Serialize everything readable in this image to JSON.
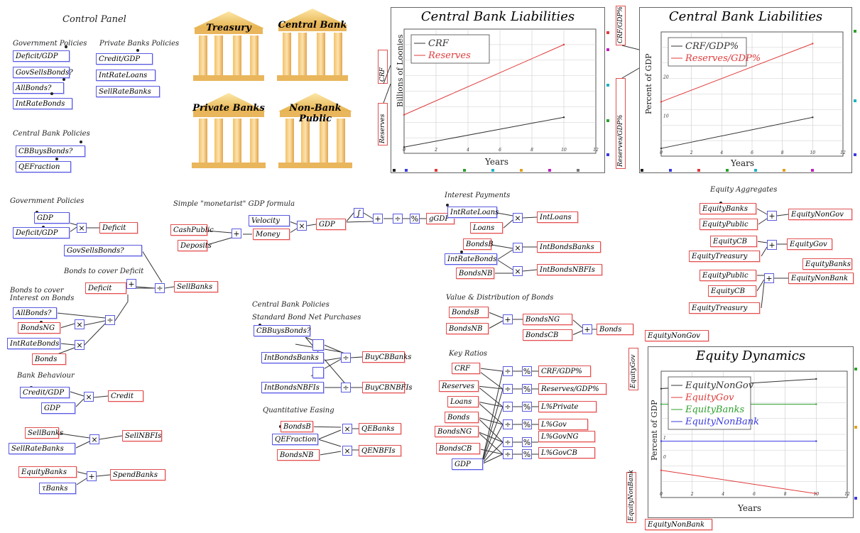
{
  "control_panel": {
    "title": "Control Panel",
    "gov_title": "Government Policies",
    "gov_items": [
      "Deficit/GDP",
      "GovSellsBonds?",
      "AllBonds?",
      "IntRateBonds"
    ],
    "priv_title": "Private Banks Policies",
    "priv_items": [
      "Credit/GDP",
      "IntRateLoans",
      "SellRateBanks"
    ],
    "cb_title": "Central Bank Policies",
    "cb_items": [
      "CBBuysBonds?",
      "QEFraction"
    ]
  },
  "temples": [
    "Treasury",
    "Central Bank",
    "Private Banks",
    "Non-Bank Public"
  ],
  "graph1": {
    "title": "Central Bank Liabilities",
    "ylabel": "Billions of Loonies",
    "xlabel": "Years",
    "left_labels": [
      "CRF",
      "Reserves"
    ]
  },
  "graph2": {
    "title": "Central Bank Liabilities",
    "ylabel": "Percent of GDP",
    "xlabel": "Years",
    "left_labels": [
      "CRF/GDP%",
      "Reserves/GDP%"
    ]
  },
  "graph3": {
    "title": "Equity Dynamics",
    "ylabel": "Percent of GDP",
    "xlabel": "Years",
    "side_labels": [
      "EquityGov",
      "EquityNonGov",
      "EquityNonBank"
    ]
  },
  "chart_data": [
    {
      "type": "line",
      "title": "Central Bank Liabilities",
      "xlabel": "Years",
      "ylabel": "Billions of Loonies",
      "x": [
        0,
        10
      ],
      "xlim": [
        0,
        12
      ],
      "ticks_x": [
        "0",
        "2",
        "4",
        "6",
        "8",
        "10",
        "12"
      ],
      "series": [
        {
          "name": "CRF",
          "color": "#333333",
          "values": [
            10,
            58
          ]
        },
        {
          "name": "Reserves",
          "color": "#e03a3a",
          "values": [
            62,
            175
          ]
        }
      ],
      "ylim": [
        0,
        200
      ],
      "legend": "top-left",
      "grid": true
    },
    {
      "type": "line",
      "title": "Central Bank Liabilities",
      "xlabel": "Years",
      "ylabel": "Percent of GDP",
      "x": [
        0,
        10
      ],
      "xlim": [
        0,
        12
      ],
      "ticks_x": [
        "0",
        "2",
        "4",
        "6",
        "8",
        "10",
        "12"
      ],
      "ticks_y": [
        "10",
        "20"
      ],
      "series": [
        {
          "name": "CRF/GDP%",
          "color": "#333333",
          "values": [
            2,
            10
          ]
        },
        {
          "name": "Reserves/GDP%",
          "color": "#e03a3a",
          "values": [
            14,
            29
          ]
        }
      ],
      "ylim": [
        0,
        32
      ],
      "legend": "top-left",
      "grid": true
    },
    {
      "type": "line",
      "title": "Equity Dynamics",
      "xlabel": "Years",
      "ylabel": "Percent of GDP",
      "x": [
        0,
        10
      ],
      "xlim": [
        0,
        12
      ],
      "ticks_x": [
        "0",
        "2",
        "4",
        "6",
        "8",
        "10",
        "12"
      ],
      "ticks_y": [
        "1",
        "0"
      ],
      "series": [
        {
          "name": "EquityNonGov",
          "color": "#333333",
          "values": [
            3.6,
            4.1
          ]
        },
        {
          "name": "EquityGov",
          "color": "#e03a3a",
          "values": [
            -0.6,
            -1.8
          ]
        },
        {
          "name": "EquityBanks",
          "color": "#2da02d",
          "values": [
            2.8,
            2.8
          ]
        },
        {
          "name": "EquityNonBank",
          "color": "#3a3ae0",
          "values": [
            0.9,
            0.9
          ]
        }
      ],
      "ylim": [
        -2,
        4.5
      ],
      "legend": "top-left",
      "grid": true
    }
  ],
  "sections": {
    "gov_policies": {
      "title": "Government Policies",
      "gdp": "GDP",
      "deficit_ratio": "Deficit/GDP",
      "deficit": "Deficit",
      "gov_sells": "GovSellsBonds?"
    },
    "bonds_deficit": {
      "title": "Bonds to cover Deficit",
      "deficit": "Deficit",
      "sell": "SellBanks"
    },
    "bonds_interest": {
      "title": "Bonds to cover Interest on Bonds",
      "items": [
        "AllBonds?",
        "BondsNG",
        "IntRateBonds",
        "Bonds"
      ]
    },
    "bank_behaviour": {
      "title": "Bank Behaviour",
      "credit_ratio": "Credit/GDP",
      "gdp": "GDP",
      "credit": "Credit",
      "sell_banks": "SellBanks",
      "sell_rate": "SellRateBanks",
      "sell_nbfis": "SellNBFIs",
      "equity_banks": "EquityBanks",
      "tau_banks": "τBanks",
      "spend_banks": "SpendBanks"
    },
    "monetarist": {
      "title": "Simple \"monetarist\" GDP formula",
      "velocity": "Velocity",
      "cash": "CashPublic",
      "deposits": "Deposits",
      "money": "Money",
      "gdp": "GDP",
      "growth": "gGDP"
    },
    "cb_policies": {
      "title": "Central Bank Policies",
      "subtitle": "Standard Bond Net Purchases",
      "cb_buys": "CBBuysBonds?",
      "int_banks": "IntBondsBanks",
      "int_nbfis": "IntBondsNBFIs",
      "buy_banks": "BuyCBBanks",
      "buy_nbfis": "BuyCBNBFIs",
      "qe_title": "Quantitative Easing",
      "bonds_b": "BondsB",
      "qe_fraction": "QEFraction",
      "bonds_nb": "BondsNB",
      "qe_banks": "QEBanks",
      "qe_nbfis": "QENBFIs"
    },
    "interest_payments": {
      "title": "Interest Payments",
      "int_rate_loans": "IntRateLoans",
      "loans": "Loans",
      "int_loans": "IntLoans",
      "bonds_b": "BondsB",
      "int_rate_bonds": "IntRateBonds",
      "bonds_nb": "BondsNB",
      "int_bonds_banks": "IntBondsBanks",
      "int_bonds_nbfis": "IntBondsNBFIs"
    },
    "value_bonds": {
      "title": "Value & Distribution of Bonds",
      "bonds_b": "BondsB",
      "bonds_nb": "BondsNB",
      "bonds_ng": "BondsNG",
      "bonds_cb": "BondsCB",
      "bonds": "Bonds"
    },
    "key_ratios": {
      "title": "Key Ratios",
      "inputs": [
        "CRF",
        "Reserves",
        "Loans",
        "Bonds",
        "BondsNG",
        "BondsCB",
        "GDP"
      ],
      "outputs": [
        "CRF/GDP%",
        "Reserves/GDP%",
        "L%Private",
        "L%Gov",
        "L%GovNG",
        "L%GovCB"
      ]
    },
    "equity_aggregates": {
      "title": "Equity Aggregates",
      "g1_in": [
        "EquityBanks",
        "EquityPublic"
      ],
      "g1_out": "EquityNonGov",
      "g2_in": [
        "EquityCB",
        "EquityTreasury"
      ],
      "g2_out": "EquityGov",
      "g3_in": [
        "EquityPublic",
        "EquityCB",
        "EquityTreasury"
      ],
      "g3_out": "EquityNonBank",
      "extra": "EquityBanks"
    }
  }
}
